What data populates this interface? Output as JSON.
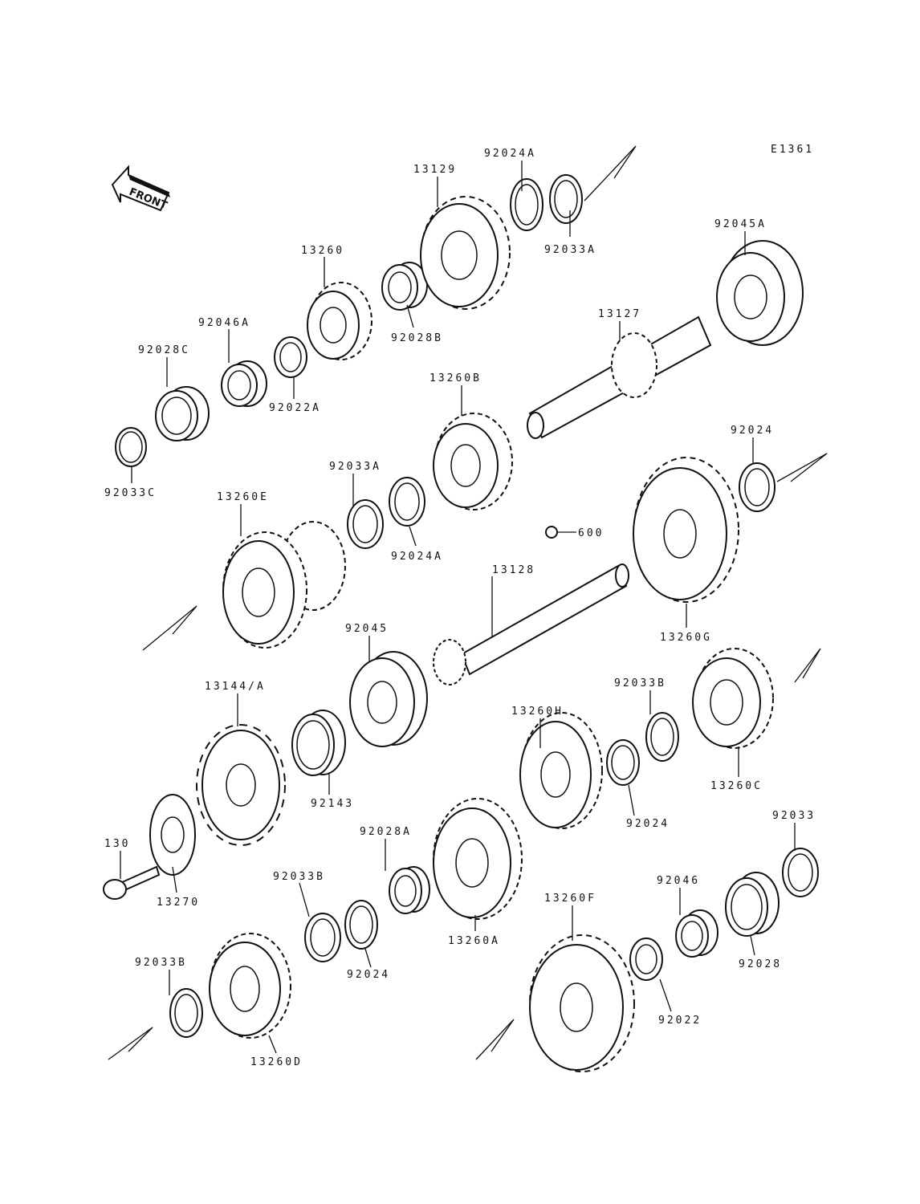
{
  "diagram_code": "E1361",
  "front_label": "FRONT",
  "labels": [
    {
      "id": "p13129",
      "text": "13129"
    },
    {
      "id": "p92024A_top",
      "text": "92024A"
    },
    {
      "id": "p92033A_top",
      "text": "92033A"
    },
    {
      "id": "p13260",
      "text": "13260"
    },
    {
      "id": "p92045A",
      "text": "92045A"
    },
    {
      "id": "p92046A",
      "text": "92046A"
    },
    {
      "id": "p92028B",
      "text": "92028B"
    },
    {
      "id": "p13127",
      "text": "13127"
    },
    {
      "id": "p92028C",
      "text": "92028C"
    },
    {
      "id": "p92022A",
      "text": "92022A"
    },
    {
      "id": "p13260B",
      "text": "13260B"
    },
    {
      "id": "p92024_r",
      "text": "92024"
    },
    {
      "id": "p92033C",
      "text": "92033C"
    },
    {
      "id": "p92033A_mid",
      "text": "92033A"
    },
    {
      "id": "p13260E",
      "text": "13260E"
    },
    {
      "id": "p600",
      "text": "600"
    },
    {
      "id": "p92024A_mid",
      "text": "92024A"
    },
    {
      "id": "p13128",
      "text": "13128"
    },
    {
      "id": "p13260G",
      "text": "13260G"
    },
    {
      "id": "p92045",
      "text": "92045"
    },
    {
      "id": "p13144A",
      "text": "13144/A"
    },
    {
      "id": "p92033B_r",
      "text": "92033B"
    },
    {
      "id": "p13260H",
      "text": "13260H"
    },
    {
      "id": "p13260C",
      "text": "13260C"
    },
    {
      "id": "p92143",
      "text": "92143"
    },
    {
      "id": "p92024_mid",
      "text": "92024"
    },
    {
      "id": "p130",
      "text": "130"
    },
    {
      "id": "p92028A",
      "text": "92028A"
    },
    {
      "id": "p92033",
      "text": "92033"
    },
    {
      "id": "p13270",
      "text": "13270"
    },
    {
      "id": "p92033B_m",
      "text": "92033B"
    },
    {
      "id": "p92046",
      "text": "92046"
    },
    {
      "id": "p13260A",
      "text": "13260A"
    },
    {
      "id": "p13260F",
      "text": "13260F"
    },
    {
      "id": "p92024_low",
      "text": "92024"
    },
    {
      "id": "p92033B_l",
      "text": "92033B"
    },
    {
      "id": "p92028",
      "text": "92028"
    },
    {
      "id": "p92022",
      "text": "92022"
    },
    {
      "id": "p13260D",
      "text": "13260D"
    }
  ]
}
